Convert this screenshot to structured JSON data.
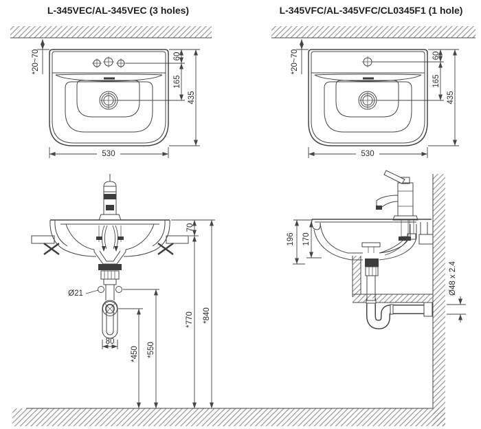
{
  "titles": {
    "left": "L-345VEC/AL-345VEC (3 holes)",
    "right": "L-345VFC/AL-345VFC/CL0345F1 (1 hole)"
  },
  "front_view_left": {
    "dims": {
      "mounting_gap": "*20~70",
      "rim_to_faucet_holes": "60",
      "faucet_holes_to_drain": "165",
      "overall_height": "435",
      "overall_width": "530"
    }
  },
  "front_view_right": {
    "dims": {
      "mounting_gap": "*20~70",
      "rim_to_faucet_holes": "60",
      "faucet_holes_to_drain": "165",
      "overall_height": "435",
      "overall_width": "530"
    }
  },
  "section_view_left": {
    "dims": {
      "rim_to_bracket": "70",
      "anchor_hole_dia": "Ø21",
      "anchor_spacing": "80",
      "trap_height": "*450",
      "anchor_height": "*550",
      "bracket_height": "*770",
      "rim_height": "*840"
    }
  },
  "section_view_right": {
    "dims": {
      "overall_depth": "196",
      "bowl_depth": "170",
      "drain_pipe": "Ø48 x 2.4"
    }
  },
  "colors": {
    "line": "#454545",
    "hatch": "#8d8d8d",
    "text": "#2f2f2f"
  }
}
